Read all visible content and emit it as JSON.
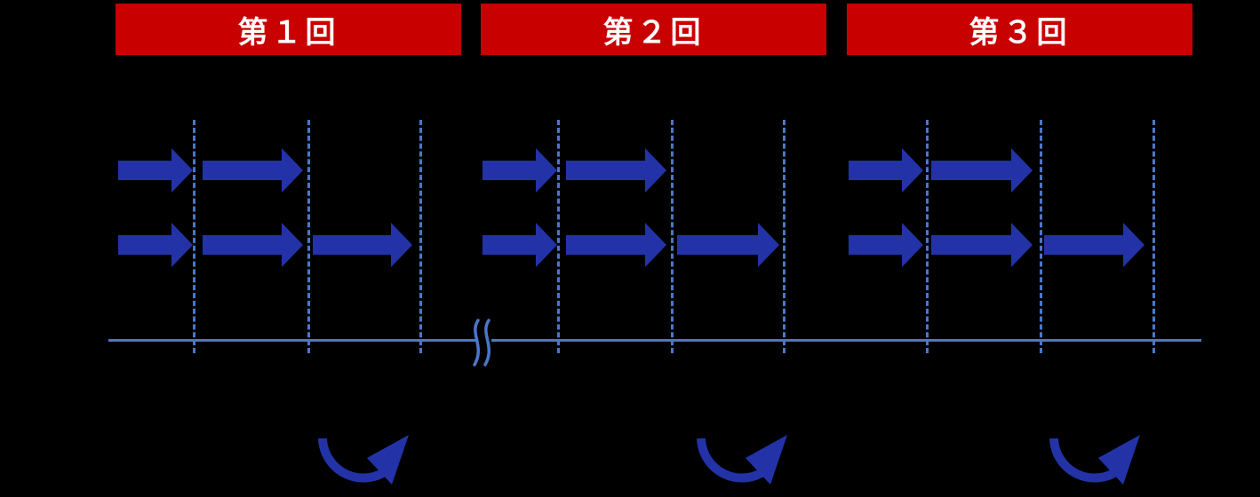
{
  "diagram": {
    "type": "repetition-timeline",
    "rounds": [
      {
        "label": "第１回",
        "row1_arrows": 2,
        "row2_arrows": 3,
        "has_cycle_arrow": true
      },
      {
        "label": "第２回",
        "row1_arrows": 2,
        "row2_arrows": 3,
        "has_cycle_arrow": true
      },
      {
        "label": "第３回",
        "row1_arrows": 2,
        "row2_arrows": 3,
        "has_cycle_arrow": true
      }
    ],
    "colors": {
      "header_bg": "#c80000",
      "header_text": "#ffffff",
      "arrow": "#2333a7",
      "axis": "#4a77c9",
      "background": "#000000"
    },
    "icons": {
      "block_arrow": "right-block-arrow-icon",
      "cycle_arrow": "clockwise-curved-arrow-icon",
      "axis_break": "axis-break-icon"
    }
  }
}
